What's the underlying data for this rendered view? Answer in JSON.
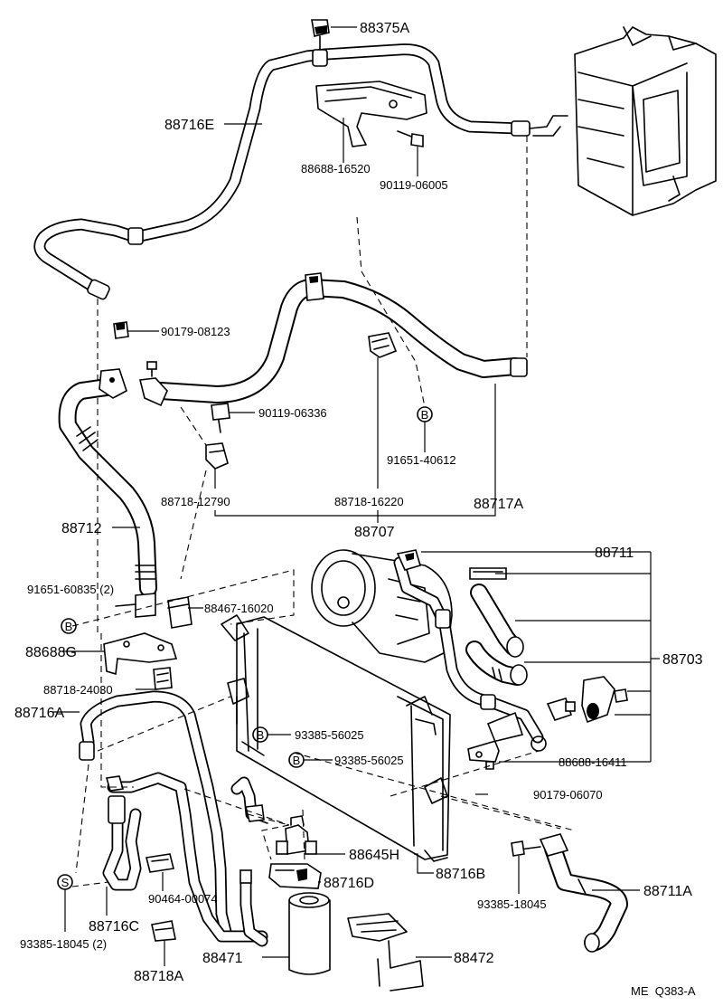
{
  "labels": {
    "p88375A": "88375A",
    "p88716E": "88716E",
    "p88688_16520": "88688-16520",
    "p90119_06005": "90119-06005",
    "p90179_08123": "90179-08123",
    "p90119_06336": "90119-06336",
    "p91651_40612": "91651-40612",
    "p88718_12790": "88718-12790",
    "p88718_16220": "88718-16220",
    "p88717A": "88717A",
    "p88707": "88707",
    "p88712": "88712",
    "p88711": "88711",
    "p91651_60835": "91651-60835 (2)",
    "p88467_16020": "88467-16020",
    "p88703": "88703",
    "p88688G": "88688G",
    "p88718_24030": "88718-24030",
    "p88716A": "88716A",
    "p93385_56025_a": "93385-56025",
    "p93385_56025_b": "93385-56025",
    "p88688_16411": "88688-16411",
    "p90179_06070": "90179-06070",
    "p88645H": "88645H",
    "p88716B": "88716B",
    "p88716D": "88716D",
    "p88711A": "88711A",
    "p90464_00074": "90464-00074",
    "p93385_18045_2": "93385-18045 (2)",
    "p93385_18045": "93385-18045",
    "p88716C": "88716C",
    "p88471": "88471",
    "p88472": "88472",
    "p88718A": "88718A",
    "ref_code": "ME  Q383-A"
  },
  "markers": {
    "b": "B",
    "s": "S"
  }
}
